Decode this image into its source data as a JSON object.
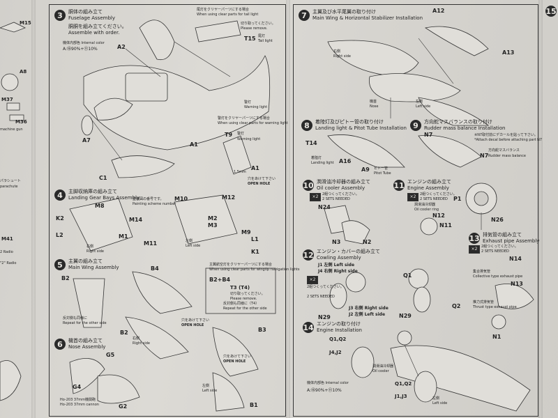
{
  "steps": {
    "s3": {
      "num": "3",
      "ja": "胴体の組み立て",
      "en": "Fuselage Assembly",
      "note_ja": "胴胴を組み立てください。",
      "note_en": "Assemble with order.",
      "color_label_ja": "機体内部色",
      "color_label_en": "Internal color",
      "color_mix": "A:⑯90%+⑪10%"
    },
    "s4": {
      "num": "4",
      "ja": "主脚収納庫の組み立て",
      "en": "Landing Gear Bays Assembly",
      "scheme_ja": "塗装図の番号です。",
      "scheme_en": "Painting scheme number",
      "left": "左側",
      "left_en": "Left side",
      "right": "右側",
      "right_en": "Right side"
    },
    "s5": {
      "num": "5",
      "ja": "主翼の組み立て",
      "en": "Main Wing Assembly",
      "repeat_ja": "反対側も同様に",
      "repeat_en": "Repeat for the other side",
      "right": "右側",
      "right_en": "Right side",
      "open_ja": "穴をあけて下さい",
      "open_en": "OPEN HOLE"
    },
    "s6": {
      "num": "6",
      "ja": "機首の組み立て",
      "en": "Nose Assembly",
      "cannon_ja": "Ho-203 37mm機関砲",
      "cannon_en": "Ho-203 37mm cannon"
    },
    "s7": {
      "num": "7",
      "ja": "主翼及び水平尾翼の取り付け",
      "en": "Main Wing & Horizontal Stabilizer Installation",
      "right": "右側",
      "right_en": "Right side",
      "nose": "機首",
      "nose_en": "Nose",
      "left": "左側",
      "left_en": "Left side"
    },
    "s8": {
      "num": "8",
      "ja": "着陸灯及びピトー管の取り付け",
      "en": "Landing light & Pitot Tube Installation",
      "landing_ja": "着陸灯",
      "landing_en": "Landing light",
      "pitot_ja": "ピトー管",
      "pitot_en": "Pitot Tube"
    },
    "s9": {
      "num": "9",
      "ja": "方向舵マスバランスの取り付け",
      "en": "Rudder mass balance Installation",
      "decal_ja": "※N7取付前にデカールを貼って下さい。",
      "decal_en": "*Attach decal before attaching part N7",
      "mass_ja": "方向舵マスバランス",
      "mass_en": "Rudder mass balance"
    },
    "s10": {
      "num": "10",
      "ja": "潤滑油冷却器の組み立て",
      "en": "Oil cooler Assembly",
      "needed_ja": "2組つくってください。",
      "needed_en": "2 SETS NEEDED"
    },
    "s11": {
      "num": "11",
      "ja": "エンジンの組み立て",
      "en": "Engine Assembly",
      "needed_ja": "2組つくってください。",
      "needed_en": "2 SETS NEEDED",
      "oil_ja": "潤滑油冷却器",
      "oil_en": "Oil cooler ring"
    },
    "s12": {
      "num": "12",
      "ja": "エンジン・カバーの組み立て",
      "en": "Cowling Assembly",
      "left_j1": "J1 左側 Left side",
      "right_j4": "J4 右側 Right side",
      "needed_ja": "2組つくってください。",
      "needed_en": "2 SETS NEEDED",
      "j3": "J3 右側 Right side",
      "j2": "J2 左側 Left side"
    },
    "s13": {
      "num": "13",
      "ja": "排気管の組み立て",
      "en": "Exhaust pipe Assembly",
      "needed_ja": "2組つくってください。",
      "needed_en": "2 SETS NEEDED",
      "collective_ja": "集合排気管",
      "collective_en": "Collective type exhaust pipe",
      "thrust_ja": "推力式排気管",
      "thrust_en": "Thrust type exhaust pipe"
    },
    "s14": {
      "num": "14",
      "ja": "エンジンの取り付け",
      "en": "Engine Installation",
      "oil_ja": "潤滑油冷却器",
      "oil_en": "Oil cooler",
      "color_label_ja": "機体内部色",
      "color_label_en": "Internal color",
      "color_mix": "A:⑯90%+⑪10%",
      "left": "左側",
      "left_en": "Left side"
    },
    "s15": {
      "num": "15"
    }
  },
  "clear_parts": {
    "tail_ja": "尾灯をクリヤーパーツにする場合",
    "tail_en": "When using clear parts for tail light",
    "remove_ja": "切り取ってください。",
    "remove_en": "Please remove.",
    "tail_light_ja": "尾灯",
    "tail_light_en": "Tail light",
    "warn_ja": "警灯をクリヤーパーツにする場合",
    "warn_en": "When using clear parts for warning light",
    "warning_ja": "警灯",
    "warning_en": "Warning light",
    "wing_ja": "主翼航空灯をクリヤーパーツにする場合",
    "wing_en": "When using clear parts for wingtip navigation lights",
    "repeat_ja": "反対側も同様に（T4）",
    "repeat_en": "Repeat for the other side",
    "open_ja": "穴をあけて下さい",
    "open_en": "OPEN HOLE"
  },
  "left_strip": {
    "m15": "M15",
    "a8": "A8",
    "m37": "M37",
    "m36": "M36",
    "mg": "machine gun",
    "para_ja": "パラシュート",
    "para_en": "parachute",
    "m41": "M41",
    "radio": "2 Radio",
    "radio2": "\"2\" Radio"
  },
  "parts": {
    "A2": "A2",
    "A1": "A1",
    "A7": "A7",
    "C1": "C1",
    "T15": "T15",
    "T9": "T9",
    "dim": "1.5mm",
    "M8": "M8",
    "M14": "M14",
    "M1": "M1",
    "M11": "M11",
    "K2": "K2",
    "L2": "L2",
    "M10": "M10",
    "M12": "M12",
    "M2": "M2",
    "M3": "M3",
    "M9": "M9",
    "L1": "L1",
    "K1": "K1",
    "B4": "B4",
    "B2": "B2",
    "B1": "B1",
    "B3": "B3",
    "T3": "T3 (T4)",
    "B2B4": "B2+B4",
    "G5": "G5",
    "G4": "G4",
    "G2": "G2",
    "A12": "A12",
    "A13": "A13",
    "T14": "T14",
    "A16": "A16",
    "A9": "A9",
    "N7": "N7",
    "N7b": "N7",
    "N24": "N24",
    "N3": "N3",
    "N2": "N2",
    "P1": "P1",
    "N12": "N12",
    "N11": "N11",
    "N26": "N26",
    "N14": "N14",
    "N13": "N13",
    "N1": "N1",
    "N29": "N29",
    "N29b": "N29",
    "Q1": "Q1",
    "Q2": "Q2",
    "Q1Q2": "Q1,Q2",
    "J4J2": "J4,J2",
    "Q1Q2b": "Q1,Q2",
    "J1J3": "J1,J3"
  }
}
